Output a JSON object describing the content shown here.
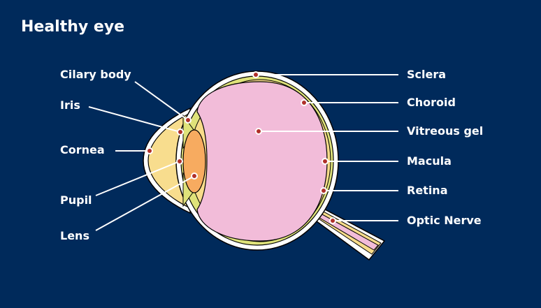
{
  "title": "Healthy eye",
  "labels_left": [
    "Cilary body",
    "Iris",
    "Cornea",
    "Pupil",
    "Lens"
  ],
  "labels_right": [
    "Sclera",
    "Choroid",
    "Vitreous gel",
    "Macula",
    "Retina",
    "Optic Nerve"
  ],
  "colors": {
    "background": "#002a5b",
    "sclera": "#ffffff",
    "choroid": "#dfe27a",
    "retina": "#f8dc8a",
    "vitreous": "#f2bcd9",
    "lens": "#f7ab60",
    "cornea": "#f8dd8e",
    "marker": "#b0302a"
  }
}
